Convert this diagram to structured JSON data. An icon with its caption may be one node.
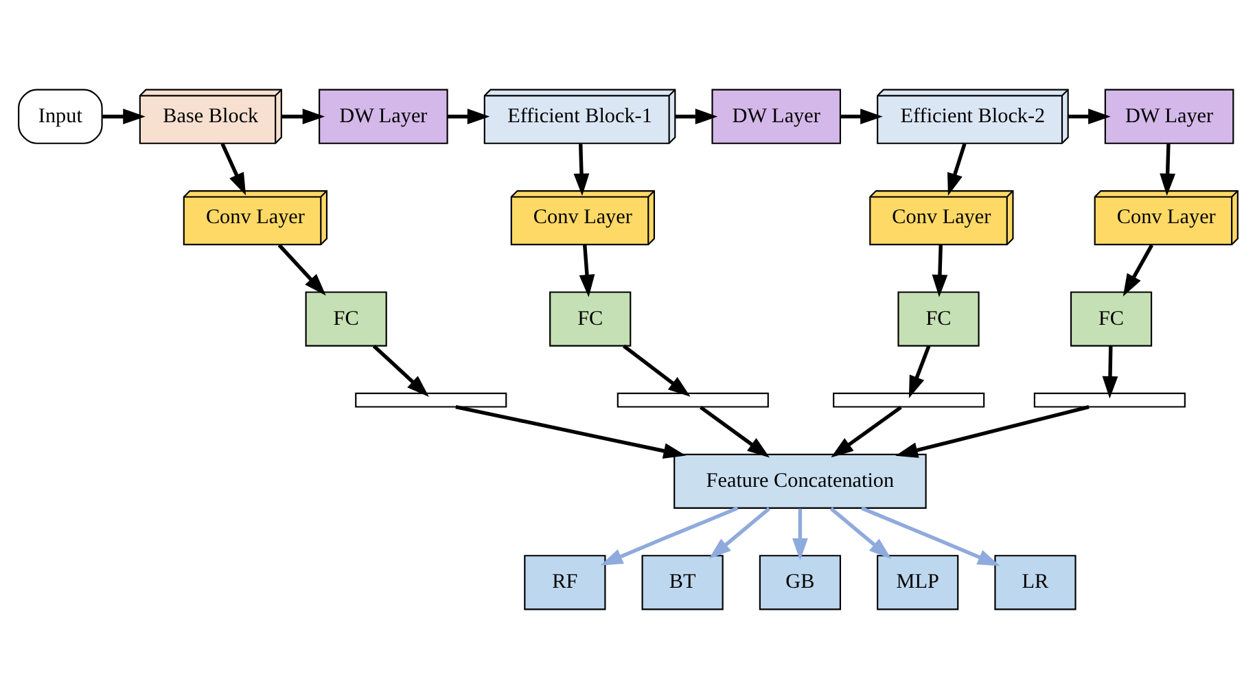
{
  "diagram": {
    "nodes": [
      {
        "text": [
          "Input"
        ]
      },
      {
        "text": [
          "Base Block"
        ]
      },
      {
        "text": [
          "DW Layer"
        ]
      },
      {
        "text": [
          "Efficient Block-1"
        ]
      },
      {
        "text": [
          "DW Layer"
        ]
      },
      {
        "text": [
          "Efficient Block-2"
        ]
      },
      {
        "text": [
          "DW Layer"
        ]
      },
      {
        "text": [
          "Conv Layer"
        ]
      },
      {
        "text": [
          "FC"
        ]
      },
      {
        "text": [],
        "shape": "bar"
      },
      {
        "text": [
          "Conv Layer"
        ]
      },
      {
        "text": [
          "FC"
        ]
      },
      {
        "text": [],
        "shape": "bar"
      },
      {
        "text": [
          "Conv Layer"
        ]
      },
      {
        "text": [
          "FC"
        ]
      },
      {
        "text": [],
        "shape": "bar"
      },
      {
        "text": [
          "Conv Layer"
        ]
      },
      {
        "text": [
          "FC"
        ]
      },
      {
        "text": [],
        "shape": "bar"
      },
      {
        "text": [
          "Feature Concatenation"
        ]
      },
      {
        "text": [
          "RF"
        ]
      },
      {
        "text": [
          "BT"
        ]
      },
      {
        "text": [
          "GB"
        ]
      },
      {
        "text": [
          "MLP"
        ]
      },
      {
        "text": [
          "LR"
        ]
      }
    ],
    "edges": [
      {
        "from": 0,
        "to": 1,
        "arrow": "to"
      },
      {
        "from": 1,
        "to": 2,
        "arrow": "to"
      },
      {
        "from": 2,
        "to": 3,
        "arrow": "to"
      },
      {
        "from": 3,
        "to": 4,
        "arrow": "to"
      },
      {
        "from": 4,
        "to": 5,
        "arrow": "to"
      },
      {
        "from": 5,
        "to": 6,
        "arrow": "to"
      },
      {
        "from": 1,
        "to": 7,
        "arrow": "to"
      },
      {
        "from": 7,
        "to": 8,
        "arrow": "to"
      },
      {
        "from": 8,
        "to": 9,
        "arrow": "to"
      },
      {
        "from": 3,
        "to": 10,
        "arrow": "to"
      },
      {
        "from": 10,
        "to": 11,
        "arrow": "to"
      },
      {
        "from": 11,
        "to": 12,
        "arrow": "to"
      },
      {
        "from": 5,
        "to": 13,
        "arrow": "to"
      },
      {
        "from": 13,
        "to": 14,
        "arrow": "to"
      },
      {
        "from": 14,
        "to": 15,
        "arrow": "to"
      },
      {
        "from": 6,
        "to": 16,
        "arrow": "to"
      },
      {
        "from": 16,
        "to": 17,
        "arrow": "to"
      },
      {
        "from": 17,
        "to": 18,
        "arrow": "to"
      },
      {
        "from": 9,
        "to": 19,
        "arrow": "to"
      },
      {
        "from": 12,
        "to": 19,
        "arrow": "to"
      },
      {
        "from": 15,
        "to": 19,
        "arrow": "to"
      },
      {
        "from": 18,
        "to": 19,
        "arrow": "to"
      },
      {
        "from": 19,
        "to": 20,
        "arrow": "to",
        "color": "#8faadc"
      },
      {
        "from": 19,
        "to": 21,
        "arrow": "to",
        "color": "#8faadc"
      },
      {
        "from": 19,
        "to": 22,
        "arrow": "to",
        "color": "#8faadc"
      },
      {
        "from": 19,
        "to": 23,
        "arrow": "to",
        "color": "#8faadc"
      },
      {
        "from": 19,
        "to": 24,
        "arrow": "to",
        "color": "#8faadc"
      }
    ]
  }
}
